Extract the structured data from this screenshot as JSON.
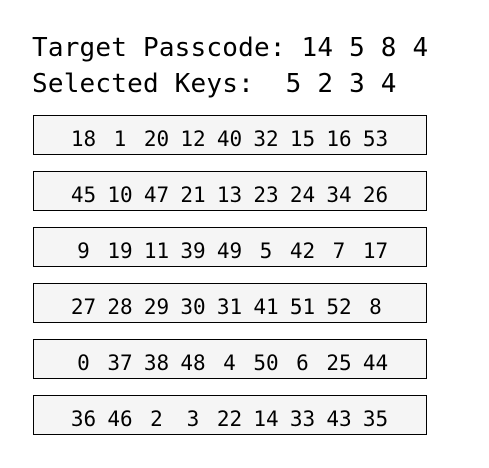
{
  "header": {
    "target_label": "Target Passcode:",
    "target_digits": "14 5 8 4",
    "selected_label": "Selected Keys:",
    "selected_digits": "5 2 3 4"
  },
  "keypad": {
    "rows": [
      [
        "18",
        "1",
        "20",
        "12",
        "40",
        "32",
        "15",
        "16",
        "53"
      ],
      [
        "45",
        "10",
        "47",
        "21",
        "13",
        "23",
        "24",
        "34",
        "26"
      ],
      [
        "9",
        "19",
        "11",
        "39",
        "49",
        "5",
        "42",
        "7",
        "17"
      ],
      [
        "27",
        "28",
        "29",
        "30",
        "31",
        "41",
        "51",
        "52",
        "8"
      ],
      [
        "0",
        "37",
        "38",
        "48",
        "4",
        "50",
        "6",
        "25",
        "44"
      ],
      [
        "36",
        "46",
        "2",
        "3",
        "22",
        "14",
        "33",
        "43",
        "35"
      ]
    ]
  }
}
